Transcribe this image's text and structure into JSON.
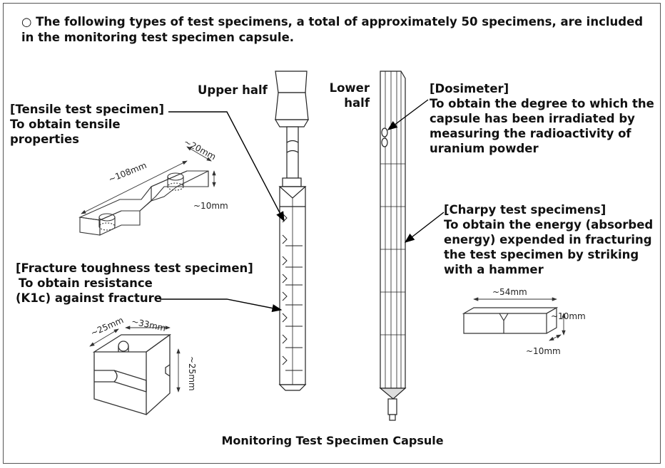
{
  "intro": {
    "bullet": "○",
    "text": "The following types of test specimens, a total of approximately 50 specimens, are included in the monitoring test specimen capsule."
  },
  "capsule": {
    "upper_label": "Upper half",
    "lower_label_1": "Lower",
    "lower_label_2": "half",
    "caption": "Monitoring Test Specimen Capsule"
  },
  "tensile": {
    "title": "[Tensile test specimen]",
    "desc_1": "To obtain tensile",
    "desc_2": "properties",
    "dim_length": "~108mm",
    "dim_width": "~20mm",
    "dim_height": "~10mm"
  },
  "fracture": {
    "title": "[Fracture toughness test specimen]",
    "desc_1": "To obtain resistance",
    "desc_2": "(K1c) against fracture",
    "dim_a": "~25mm",
    "dim_b": "~33mm",
    "dim_c": "~25mm"
  },
  "dosimeter": {
    "title": "[Dosimeter]",
    "desc_1": "To obtain the degree to which the",
    "desc_2": "capsule has been irradiated by",
    "desc_3": "measuring the radioactivity of",
    "desc_4": "uranium powder"
  },
  "charpy": {
    "title": "[Charpy test specimens]",
    "desc_1": "To obtain the energy (absorbed",
    "desc_2": "energy) expended in fracturing",
    "desc_3": "the test specimen by striking",
    "desc_4": "with a hammer",
    "dim_length": "~54mm",
    "dim_height": "~10mm",
    "dim_width": "~10mm"
  }
}
